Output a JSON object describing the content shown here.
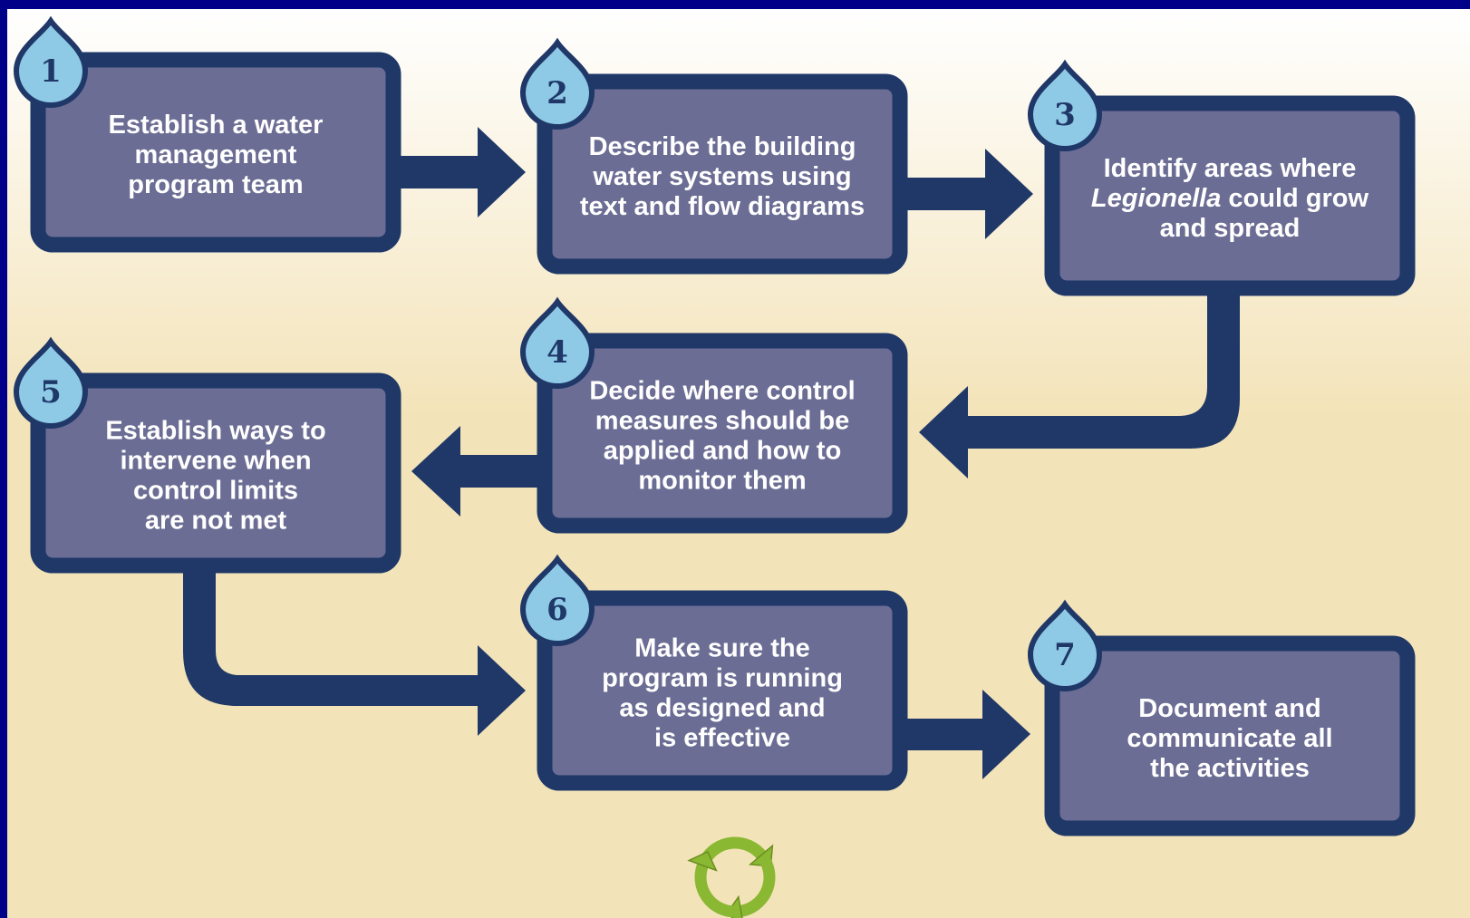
{
  "steps": [
    {
      "number": "1",
      "lines": [
        [
          "Establish a water"
        ],
        [
          "management"
        ],
        [
          "program team"
        ]
      ]
    },
    {
      "number": "2",
      "lines": [
        [
          "Describe the building"
        ],
        [
          "water systems using"
        ],
        [
          "text and flow diagrams"
        ]
      ]
    },
    {
      "number": "3",
      "lines": [
        [
          "Identify areas where"
        ],
        [
          "Legionella",
          " could grow"
        ],
        [
          "and spread"
        ]
      ],
      "italic_word": "Legionella"
    },
    {
      "number": "4",
      "lines": [
        [
          "Decide where control"
        ],
        [
          "measures should be"
        ],
        [
          "applied and how to"
        ],
        [
          "monitor them"
        ]
      ]
    },
    {
      "number": "5",
      "lines": [
        [
          "Establish ways to"
        ],
        [
          "intervene when"
        ],
        [
          "control limits"
        ],
        [
          "are not met"
        ]
      ]
    },
    {
      "number": "6",
      "lines": [
        [
          "Make sure the"
        ],
        [
          "program is running"
        ],
        [
          "as designed and"
        ],
        [
          "is effective"
        ]
      ]
    },
    {
      "number": "7",
      "lines": [
        [
          "Document and"
        ],
        [
          "communicate all"
        ],
        [
          "the activities"
        ]
      ]
    }
  ],
  "icons": {
    "badge": "water-drop-icon",
    "cycle": "recycle-arrows-icon"
  },
  "colors": {
    "frame": "#000088",
    "background_top": "#ffffff",
    "background_bottom": "#f3e3b8",
    "box_fill": "#6b6d94",
    "box_border": "#1f3868",
    "arrow": "#1f3868",
    "drop_fill": "#8ec9e6",
    "recycle": "#8ab833"
  }
}
